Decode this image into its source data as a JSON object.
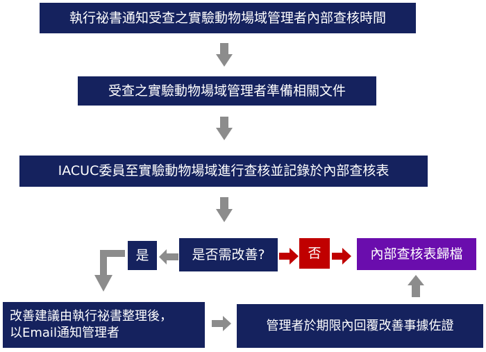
{
  "diagram": {
    "step1": "執行祕書通知受查之實驗動物場域管理者內部查核時間",
    "step2": "受查之實驗動物場域管理者準備相關文件",
    "step3": "IACUC委員至實驗動物場域進行查核並記錄於內部查核表",
    "decision": "是否需改善?",
    "yes": "是",
    "no": "否",
    "archive": "內部查核表歸檔",
    "improve_notice": "改善建議由執行祕書整理後，\n以Email通知管理者",
    "reply": "管理者於期限內回覆改善事據佐證"
  },
  "colors": {
    "navy": "#15225e",
    "red": "#c00000",
    "purple": "#6a0dad",
    "gray_arrow": "#8c8c8c",
    "red_arrow": "#c00000"
  }
}
